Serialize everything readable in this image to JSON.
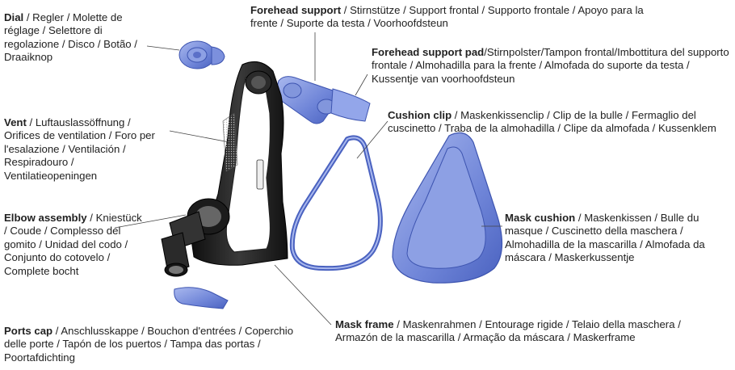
{
  "labels": {
    "dial": {
      "term": "Dial",
      "translations": " / Regler / Molette de réglage / Selettore di regolazione / Disco / Botão / Draaiknop"
    },
    "forehead_support": {
      "term": "Forehead support",
      "translations": " / Stirnstütze / Support frontal / Supporto frontale / Apoyo para la frente / Suporte da testa / Voorhoofdsteun"
    },
    "forehead_support_pad": {
      "term": "Forehead support pad",
      "translations": "/Stirnpolster/Tampon frontal/Imbottitura del supporto frontale / Almohadilla para la frente / Almofada do suporte da testa / Kussentje van voorhoofdsteun"
    },
    "cushion_clip": {
      "term": "Cushion clip",
      "translations": " / Maskenkissenclip / Clip de la bulle / Fermaglio del cuscinetto / Traba de la almohadilla / Clipe da almofada / Kussenklem"
    },
    "vent": {
      "term": "Vent",
      "translations": " / Luftauslassöffnung / Orifices de ventilation / Foro per l'esalazione / Ventilación / Respiradouro / Ventilatieopeningen"
    },
    "elbow_assembly": {
      "term": "Elbow assembly",
      "translations": " / Kniestück / Coude / Complesso del gomito / Unidad del codo / Conjunto do cotovelo / Complete bocht"
    },
    "mask_cushion": {
      "term": "Mask cushion",
      "translations": " / Maskenkissen / Bulle du masque / Cuscinetto della maschera / Almohadilla de la mascarilla / Almofada da máscara / Maskerkussentje"
    },
    "ports_cap": {
      "term": "Ports cap",
      "translations": " / Anschlusskappe / Bouchon d'entrées / Coperchio delle porte / Tapón de los puertos / Tampa das portas / Poortafdichting"
    },
    "mask_frame": {
      "term": "Mask frame",
      "translations": " / Maskenrahmen / Entourage rigide / Telaio della maschera / Armazón de la mascarilla / Armação da máscara / Maskerframe"
    }
  },
  "colors": {
    "frame_dark": "#1e1e1e",
    "part_blue": "#6f85d8",
    "part_blue_light": "#9fb0e8",
    "part_blue_dark": "#3d54b0"
  }
}
